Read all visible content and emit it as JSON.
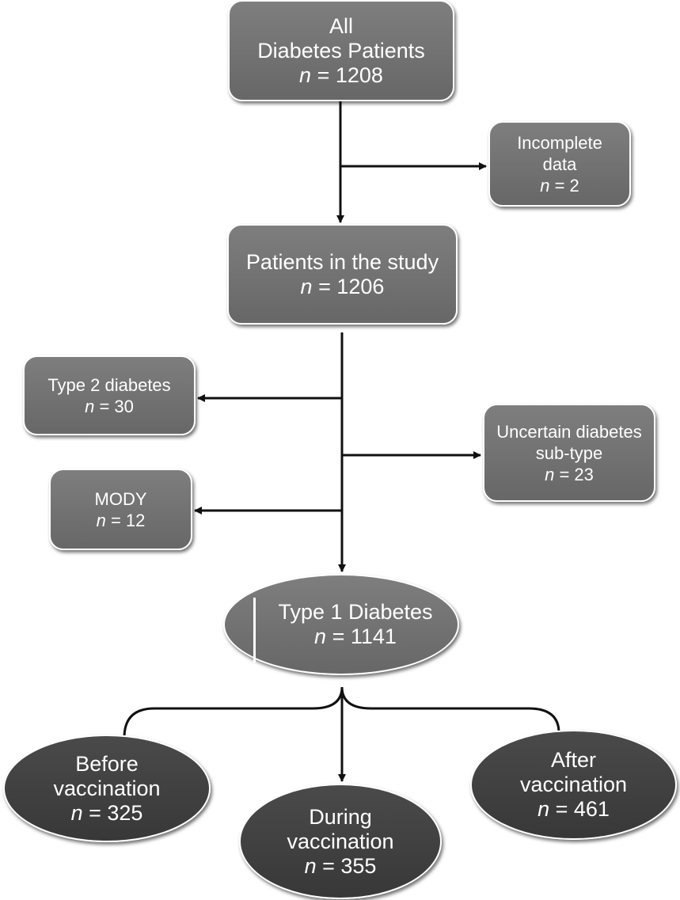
{
  "nodes": {
    "all": {
      "line1": "All",
      "line2": "Diabetes Patients",
      "n_label": "n",
      "n_value": "= 1208"
    },
    "incomplete": {
      "line1": "Incomplete",
      "line2": "data",
      "n_label": "n",
      "n_value": "= 2"
    },
    "study": {
      "line1": "Patients in the study",
      "n_label": "n",
      "n_value": "= 1206"
    },
    "type2": {
      "line1": "Type 2 diabetes",
      "n_label": "n",
      "n_value": "= 30"
    },
    "uncertain": {
      "line1": "Uncertain diabetes",
      "line2": "sub-type",
      "n_label": "n",
      "n_value": "= 23"
    },
    "mody": {
      "line1": "MODY",
      "n_label": "n",
      "n_value": "= 12"
    },
    "type1": {
      "line1": "Type 1 Diabetes",
      "n_label": "n",
      "n_value": "= 1141"
    },
    "before": {
      "line1": "Before",
      "line2": "vaccination",
      "n_label": "n",
      "n_value": "= 325"
    },
    "during": {
      "line1": "During",
      "line2": "vaccination",
      "n_label": "n",
      "n_value": "= 355"
    },
    "after": {
      "line1": "After",
      "line2": "vaccination",
      "n_label": "n",
      "n_value": "= 461"
    }
  },
  "colors": {
    "box_fill": "#747474",
    "ellipse_dark": "#404040",
    "connector": "#111111",
    "text": "#ffffff"
  }
}
